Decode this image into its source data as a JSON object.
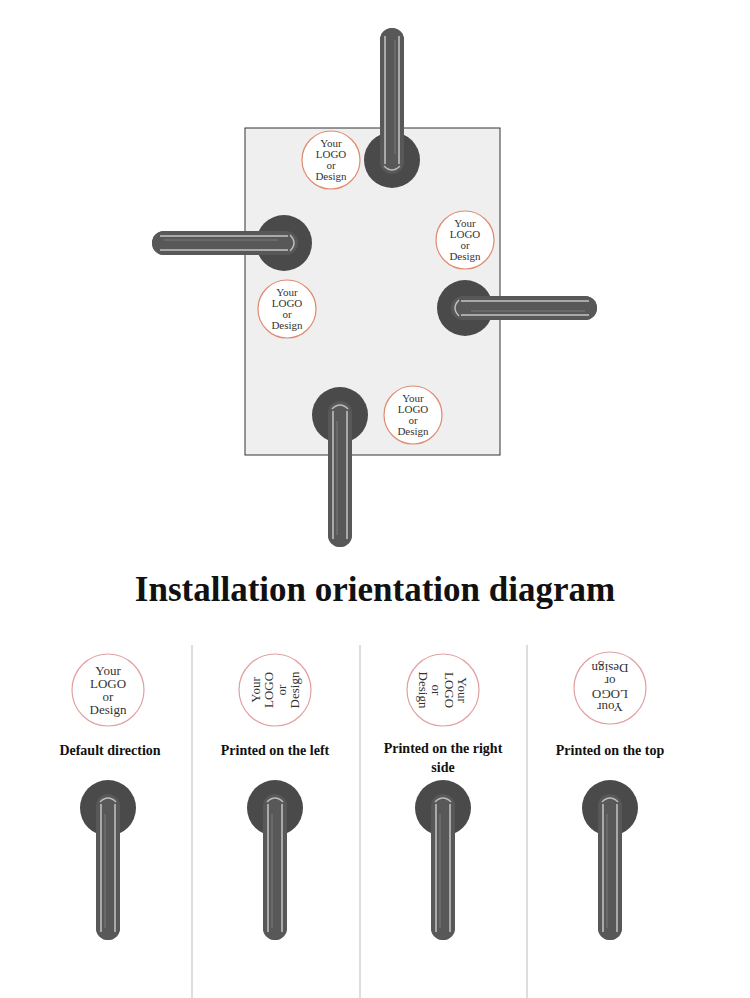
{
  "diagram": {
    "title": "Installation orientation diagram",
    "nodes": [
      {
        "text": [
          "Your LOGO or Design"
        ]
      },
      {
        "text": [
          "Your LOGO or Design"
        ]
      },
      {
        "text": [
          "Your LOGO or Design"
        ]
      },
      {
        "text": [
          "Your LOGO or Design"
        ]
      },
      {
        "text": [
          "Your LOGO or Design"
        ]
      },
      {
        "text": [
          "Your LOGO or Design"
        ]
      },
      {
        "text": [
          "Your LOGO or Design"
        ]
      },
      {
        "text": [
          "Your LOGO or Design"
        ]
      }
    ],
    "labels": [
      "Default direction",
      "Printed on the left",
      "Printed on the right side",
      "Printed on the top"
    ]
  }
}
